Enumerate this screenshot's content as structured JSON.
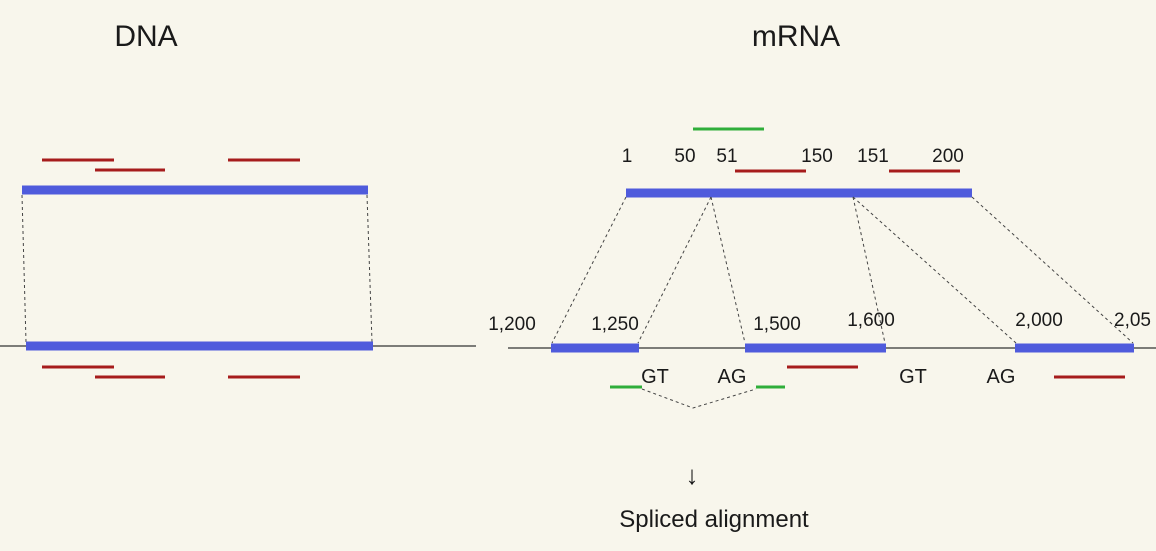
{
  "titles": {
    "dna": "DNA",
    "mrna": "mRNA"
  },
  "colors": {
    "background": "#f8f6ec",
    "exon": "#4f5bdc",
    "read": "#a61c1c",
    "spliced_read": "#2fae3a",
    "genome_line": "#333333",
    "connector": "#444444"
  },
  "mrna_positions": [
    "1",
    "50",
    "51",
    "150",
    "151",
    "200"
  ],
  "genome_positions": [
    "1,200",
    "1,250",
    "1,500",
    "1,600",
    "2,000",
    "2,05"
  ],
  "splice_sites": {
    "donor_1": "GT",
    "acceptor_1": "AG",
    "donor_2": "GT",
    "acceptor_2": "AG"
  },
  "arrow_glyph": "↓",
  "caption": "Spliced alignment"
}
